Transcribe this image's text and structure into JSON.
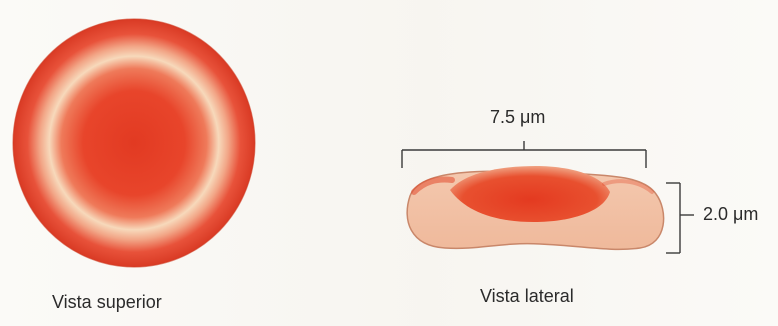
{
  "figure": {
    "top_view_label": "Vista superior",
    "side_view_label": "Vista lateral",
    "width_dimension": "7.5 μm",
    "height_dimension": "2.0 μm"
  },
  "colors": {
    "cell_red": "#e8452b",
    "cell_center": "#e23a22",
    "cell_rim_light": "#f7d7b8",
    "side_body": "#f2bfa4",
    "dimension_line": "#3a3a3a"
  }
}
